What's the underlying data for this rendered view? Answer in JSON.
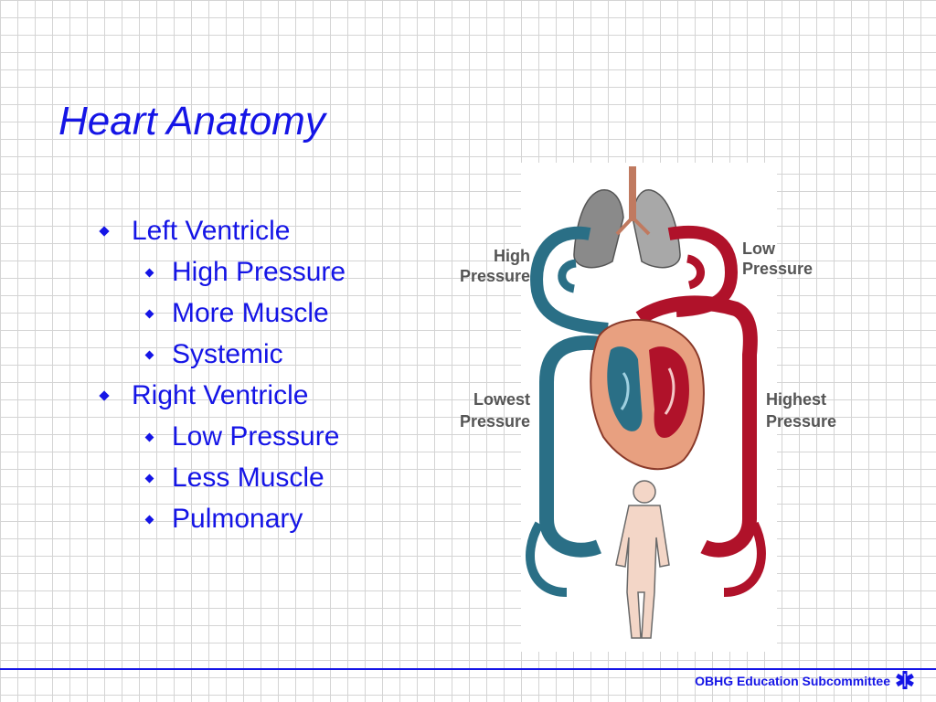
{
  "slide": {
    "title": "Heart Anatomy",
    "bullets": [
      {
        "level": 1,
        "text": "Left Ventricle"
      },
      {
        "level": 2,
        "text": "High Pressure"
      },
      {
        "level": 2,
        "text": "More Muscle"
      },
      {
        "level": 2,
        "text": "Systemic"
      },
      {
        "level": 1,
        "text": "Right  Ventricle"
      },
      {
        "level": 2,
        "text": "Low Pressure"
      },
      {
        "level": 2,
        "text": "Less  Muscle"
      },
      {
        "level": 2,
        "text": "Pulmonary"
      }
    ]
  },
  "diagram": {
    "labels": {
      "high_pressure_a": "High",
      "high_pressure_b": "Pressure",
      "low_pressure_a": "Low",
      "low_pressure_b": "Pressure",
      "lowest_pressure_a": "Lowest",
      "lowest_pressure_b": "Pressure",
      "highest_pressure_a": "Highest",
      "highest_pressure_b": "Pressure"
    },
    "colors": {
      "arterial": "#b0122a",
      "venous": "#2a6f86",
      "heart_wall": "#e8a080",
      "lung": "#8a8a8a",
      "body": "#f3d6c7"
    }
  },
  "footer": {
    "text": "OBHG Education Subcommittee",
    "icon": "star-of-life-icon"
  },
  "theme": {
    "accent": "#1515e6"
  }
}
